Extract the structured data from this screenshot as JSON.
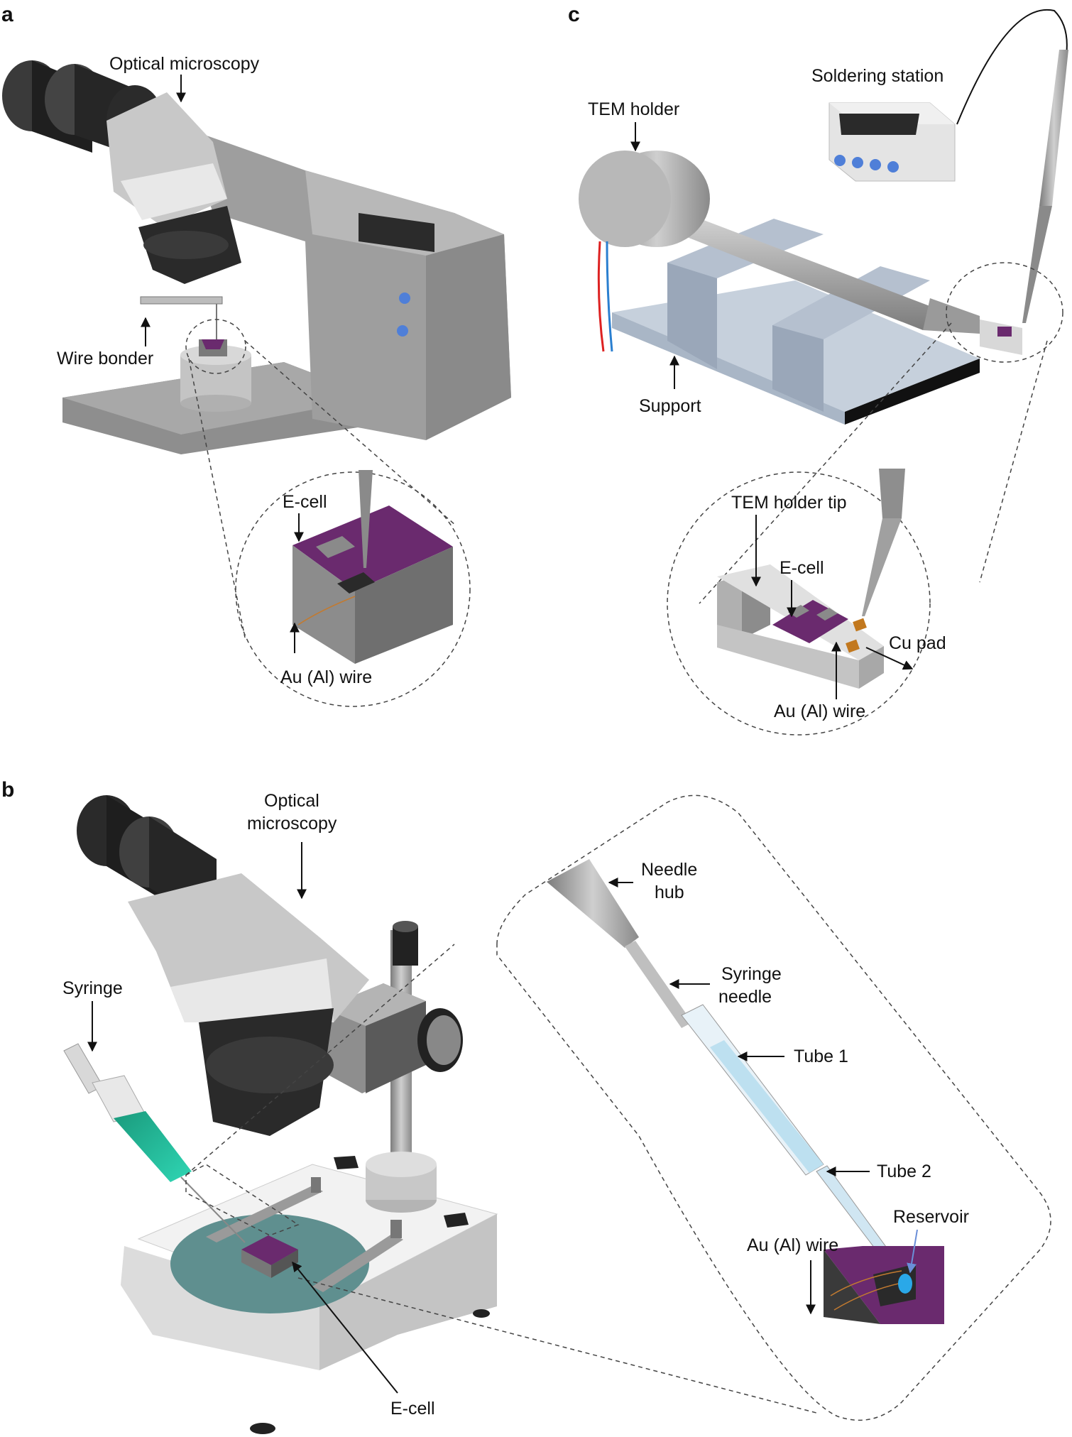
{
  "panels": {
    "a": {
      "letter": "a",
      "optical_microscopy": "Optical microscopy",
      "wire_bonder": "Wire bonder",
      "ecell": "E-cell",
      "au_wire": "Au (Al) wire"
    },
    "b": {
      "letter": "b",
      "optical_line1": "Optical",
      "optical_line2": "microscopy",
      "syringe": "Syringe",
      "ecell": "E-cell",
      "needle_hub_line1": "Needle",
      "needle_hub_line2": "hub",
      "syringe_needle_line1": "Syringe",
      "syringe_needle_line2": "needle",
      "tube1": "Tube 1",
      "tube2": "Tube 2",
      "reservoir": "Reservoir",
      "au_wire": "Au (Al) wire"
    },
    "c": {
      "letter": "c",
      "tem_holder": "TEM holder",
      "soldering_station": "Soldering station",
      "support": "Support",
      "tem_holder_tip": "TEM holder tip",
      "ecell": "E-cell",
      "cu_pad": "Cu pad",
      "au_wire": "Au (Al) wire"
    }
  },
  "colors": {
    "ecell_purple": "#6a2a6e",
    "instrument_gray": "#9a9a9a",
    "eyepiece_black": "#2b2b2b",
    "button_blue": "#4f7fd8",
    "support_blue_gray": "#b8c4d4",
    "stage_teal": "#5f8f8f",
    "syringe_fluid": "#23b39a",
    "copper_pad": "#c2781e",
    "wire_red": "#d22",
    "wire_blue": "#2a7fd0"
  }
}
